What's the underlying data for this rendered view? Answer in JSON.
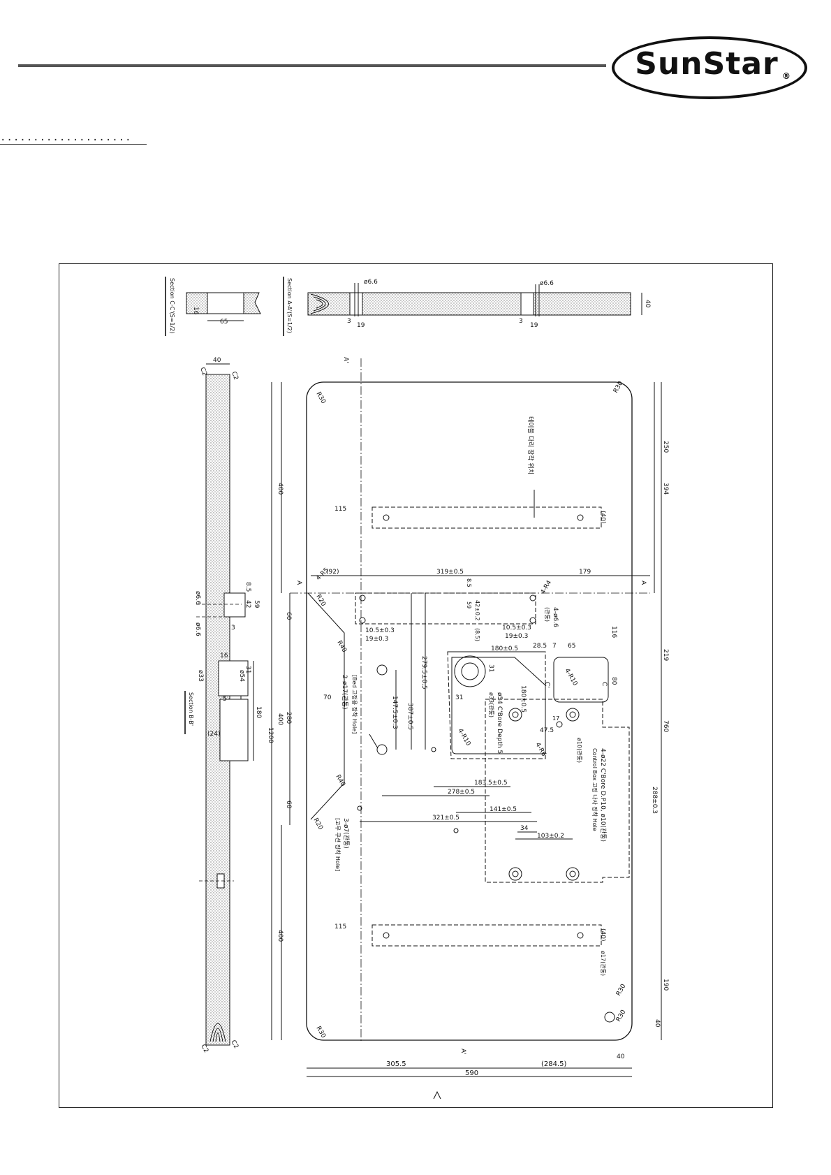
{
  "header": {
    "brand": "SunStar",
    "reg_mark": "®",
    "dots": "...................."
  },
  "drawing": {
    "section_cc": "Section C-C'(S=1/2)",
    "section_aa": "Section A-A'(S=1/2)",
    "section_bb": "Section B-B'",
    "korean_note_table_leg": "테이블 다리 장착 위치",
    "bed_hole_note_1": "2-ø17(관통)",
    "bed_hole_note_2": "[Bed 고정용 장착 Hole]",
    "hole_note_3_1": "3-ø7(관통)",
    "hole_note_3_2": "[고무 쿠션 장착 Hole]",
    "cbore_note": "ø54 C'Bore Depth 5",
    "cbore_sub": "ø33(관통)",
    "control_note_1": "4-ø22 C'Bore D.P10, ø10(관통)",
    "control_note_2": "Control Box 고정 나사 장착 Hole",
    "hole_note_4": "4-ø6.6",
    "hole_note_4b": "(관통)",
    "hole_note_r5": "4-R5",
    "hole_note_r4": "4-R4",
    "r10_note": "4-R10",
    "r10b_note": "4-R10",
    "r6_note": "4-R6",
    "phi17_note": "ø17(관통)",
    "phi10_note": "ø10(관통)",
    "d66a": "ø6.6",
    "d66b": "ø6.6",
    "d3a": "3",
    "d19a": "19",
    "d3b": "3",
    "d19b": "19",
    "d40t": "40",
    "d16": "16",
    "d65": "65",
    "s40": "40",
    "c2a": "C2",
    "c2b": "C2",
    "c2c": "C2",
    "c2d": "C2",
    "s85": "8.5",
    "s42": "42",
    "s59": "59",
    "s66a": "ø6.6",
    "s66b": "ø6.6",
    "s3": "3",
    "s16": "16",
    "s31": "31",
    "s33": "ø33",
    "s54": "ø54",
    "s5": "5",
    "s24": "(24)",
    "s180": "180",
    "m400a": "400",
    "m1200": "1200",
    "m400b": "400",
    "m400c": "400",
    "m60a": "60",
    "m280": "280",
    "m60b": "60",
    "m70": "70",
    "m115a": "115",
    "m40a": "(40)",
    "m115b": "115",
    "m40b": "(40)",
    "m92": "(92)",
    "m319": "319±0.5",
    "m179": "179",
    "m85a": "8.5",
    "m59": "59",
    "m42": "42±0.2",
    "m85b": "(8.5)",
    "m105a": "10.5±0.3",
    "m19a": "19±0.3",
    "m105b": "10.5±0.3",
    "m19b": "19±0.3",
    "m180": "180±0.5",
    "m2857": "28.5",
    "m7": "7",
    "m65": "65",
    "m31": "31",
    "m31b": "31",
    "m2795": "279.5±0.5",
    "m387": "387±0.5",
    "m1475": "147.5±0.3",
    "m180b": "180±0.5",
    "m475": "47.5",
    "m17": "17",
    "m1835": "183.5±0.5",
    "m278": "278±0.5",
    "m141": "141±0.5",
    "m321": "321±0.5",
    "m34": "34",
    "m103": "103±0.2",
    "m116": "116",
    "m80": "80",
    "m250": "250",
    "m394": "394",
    "m219": "219",
    "m760": "760",
    "m288": "288±0.3",
    "m190": "190",
    "m40c": "40",
    "m40d": "40",
    "m3055": "305.5",
    "m2845": "(284.5)",
    "m590": "590",
    "r30a": "R30",
    "r30b": "R30",
    "r30c": "R30",
    "r30d": "R30",
    "r20a": "R20",
    "r40a": "R40",
    "r40b": "R40",
    "r20b": "R20",
    "lbl_a1": "A'",
    "lbl_a2": "A'",
    "lbl_a3": "A",
    "lbl_a4": "A",
    "lbl_c1": "C'",
    "lbl_c2": "C"
  }
}
